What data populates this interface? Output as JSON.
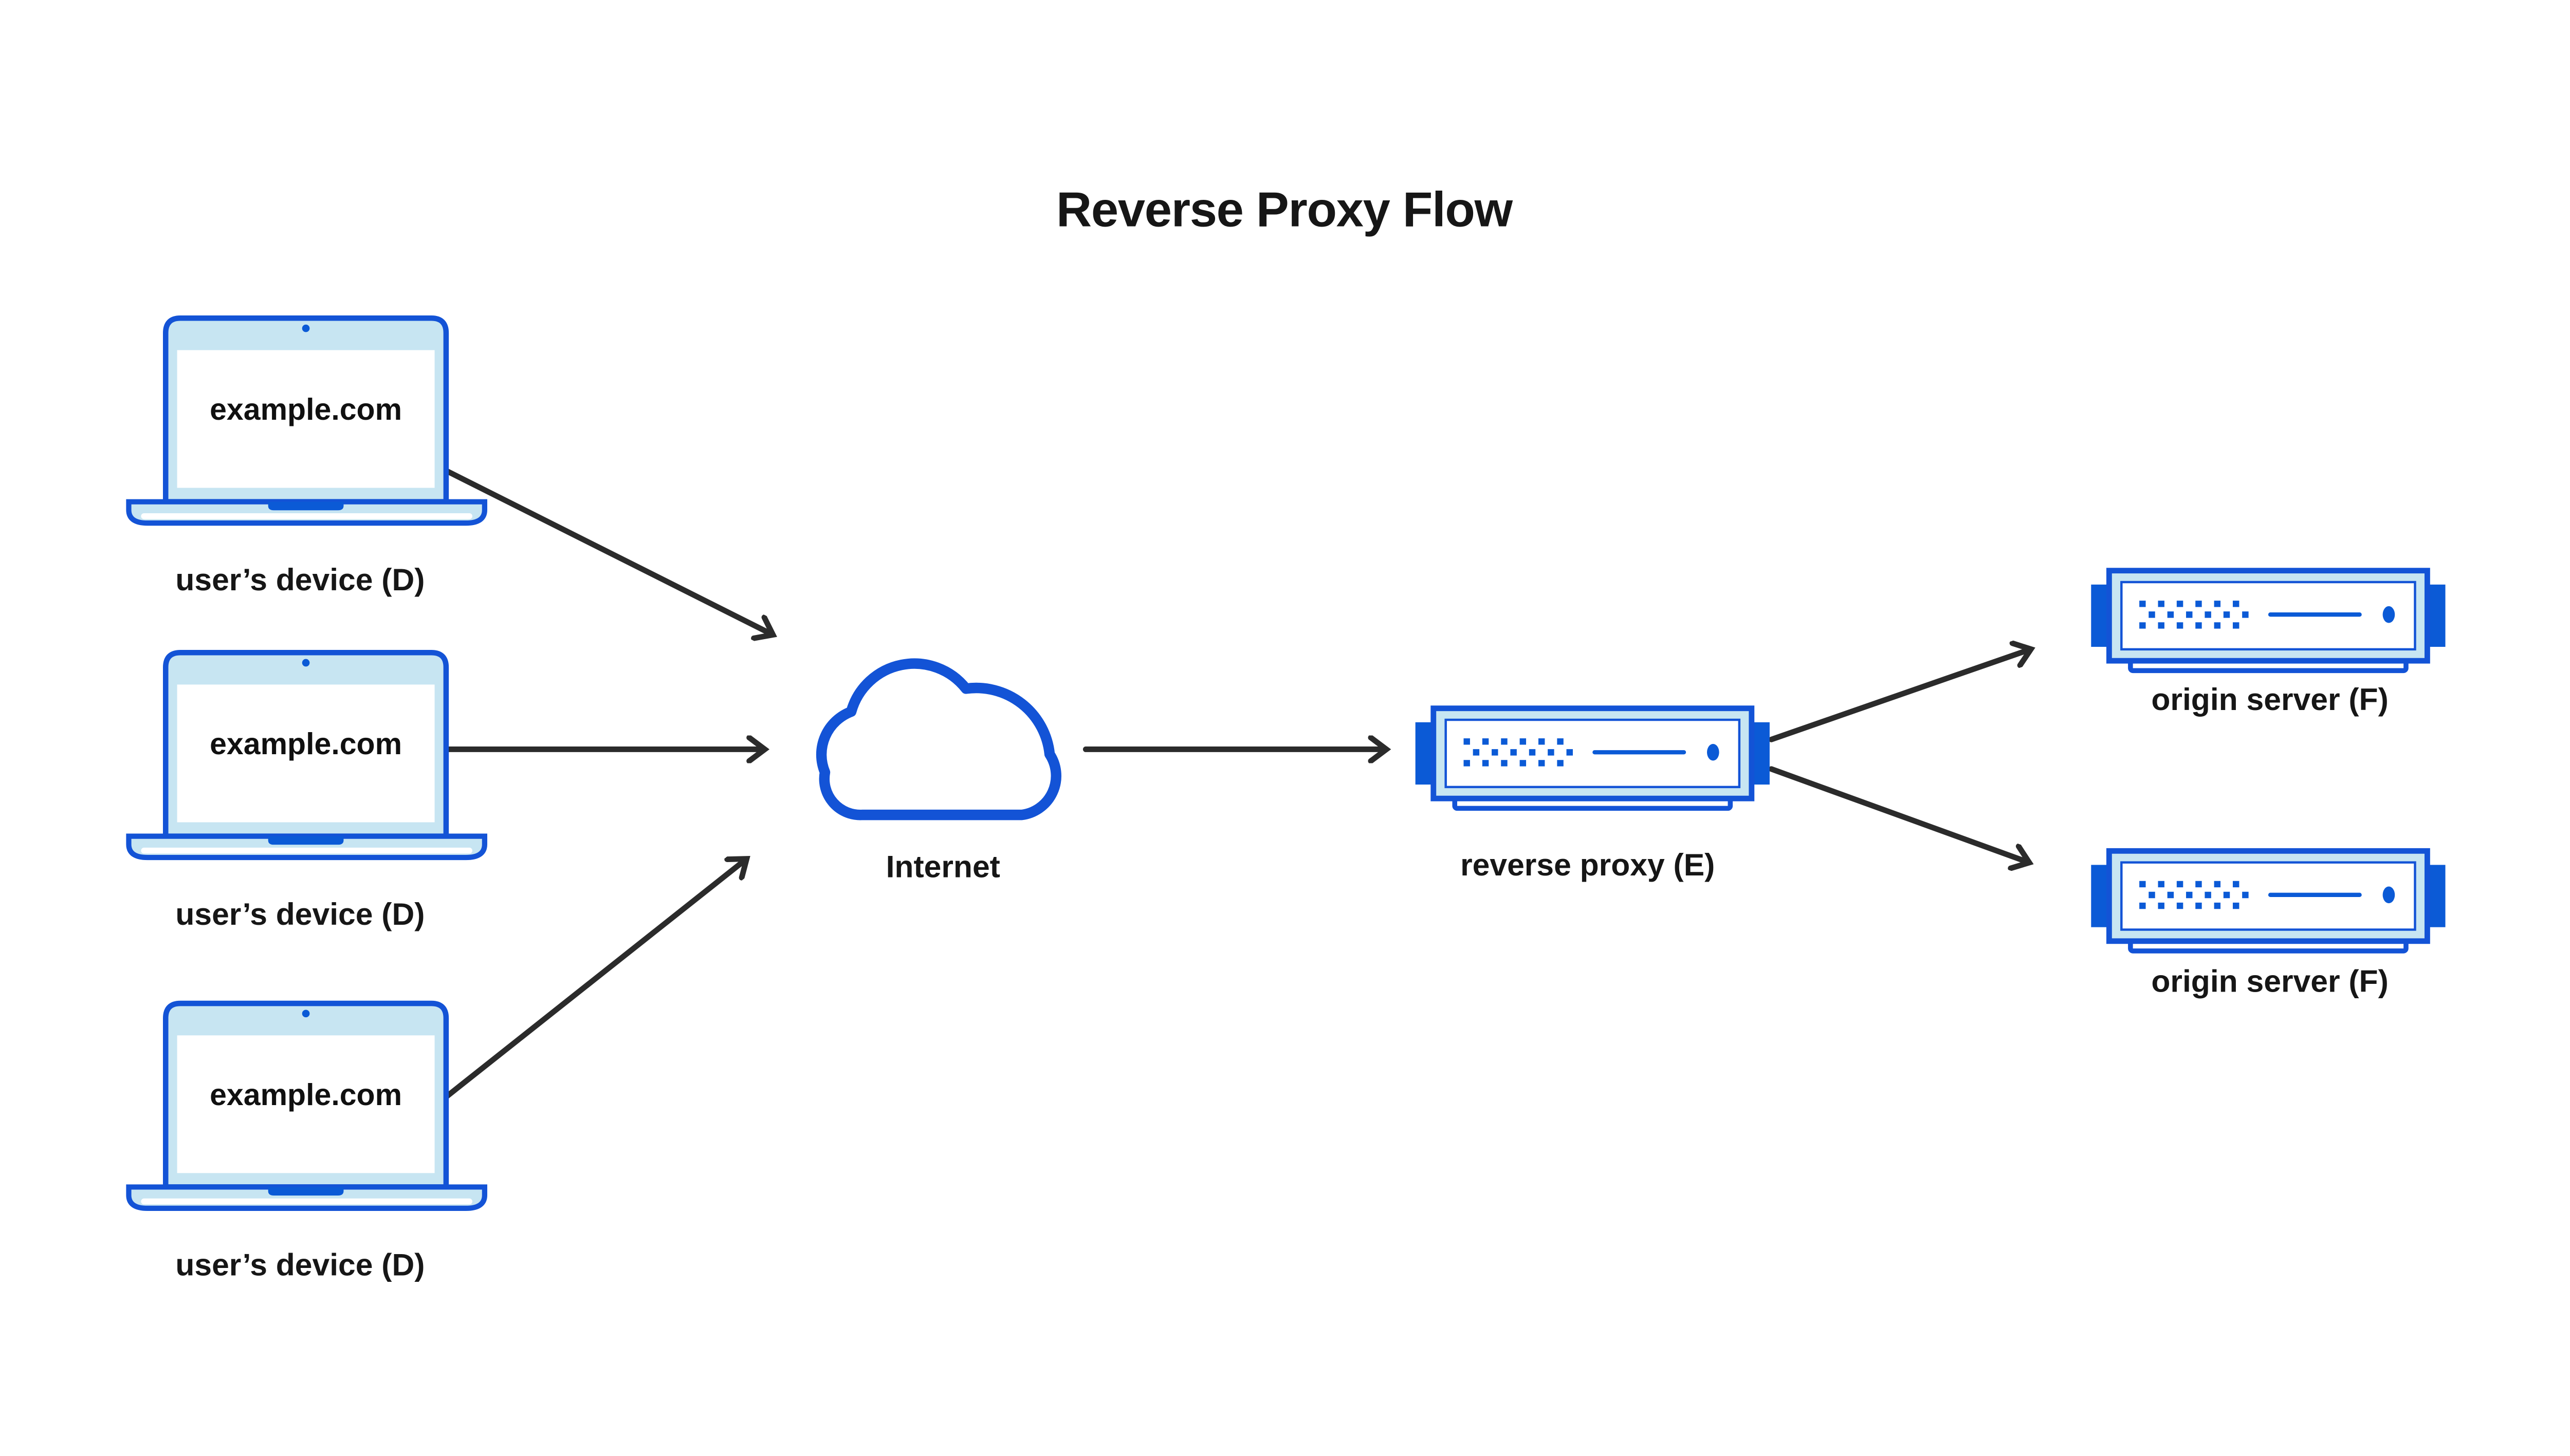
{
  "title": "Reverse Proxy Flow",
  "devices": [
    {
      "screen_text": "example.com",
      "label": "user’s device (D)"
    },
    {
      "screen_text": "example.com",
      "label": "user’s device (D)"
    },
    {
      "screen_text": "example.com",
      "label": "user’s device (D)"
    }
  ],
  "internet": {
    "label": "Internet"
  },
  "reverse_proxy": {
    "label": "reverse proxy (E)"
  },
  "origin_servers": [
    {
      "label": "origin server (F)"
    },
    {
      "label": "origin server (F)"
    }
  ],
  "icons": {
    "cloud": "internet-cloud-icon",
    "laptop": "laptop-icon",
    "server": "rack-server-icon",
    "arrow": "flow-arrow"
  },
  "theme": {
    "accent": "#1353d6",
    "accentFill": "#0b5ad6",
    "lightBlue": "#c7e5f2",
    "ink": "#161616",
    "arrow": "#2b2b2b",
    "bg": "#ffffff"
  }
}
